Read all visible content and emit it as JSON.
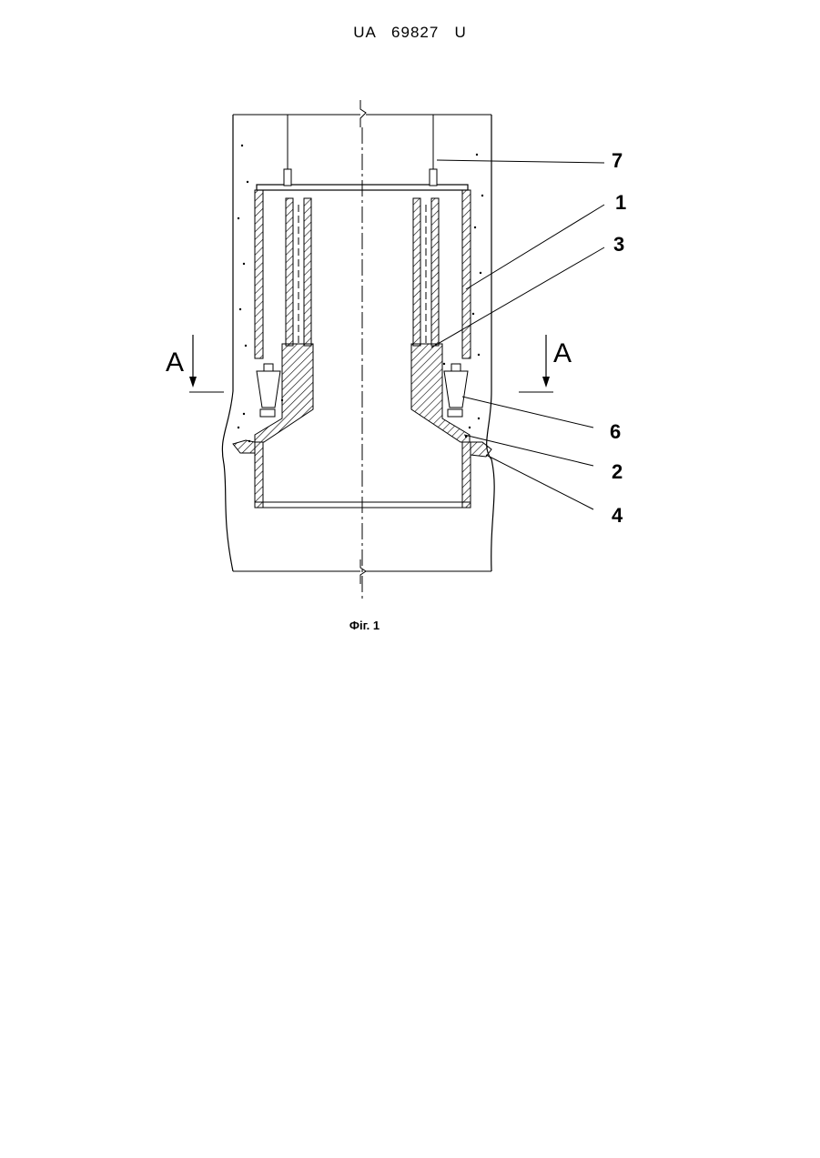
{
  "document": {
    "header": "UA   69827   U",
    "caption": "Фіг. 1"
  },
  "figure": {
    "section_marker_left": "A",
    "section_marker_right": "A",
    "callouts": [
      "7",
      "1",
      "3",
      "6",
      "2",
      "4"
    ]
  }
}
